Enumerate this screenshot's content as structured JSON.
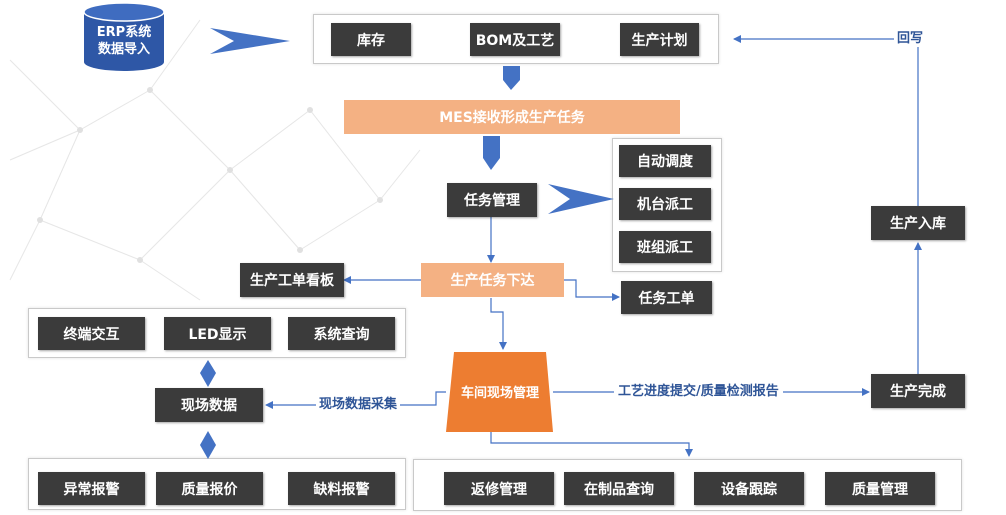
{
  "erp": {
    "line1": "ERP系统",
    "line2": "数据导入"
  },
  "top_row": {
    "inventory": "库存",
    "bom": "BOM及工艺",
    "plan": "生产计划"
  },
  "writeback": "回写",
  "mes": "MES接收形成生产任务",
  "task_mgmt": "任务管理",
  "dispatch": {
    "auto": "自动调度",
    "machine": "机台派工",
    "team": "班组派工"
  },
  "kanban": "生产工单看板",
  "task_release": "生产任务下达",
  "task_order": "任务工单",
  "warehouse_in": "生产入库",
  "terminal_row": {
    "terminal": "终端交互",
    "led": "LED显示",
    "query": "系统查询"
  },
  "field_data": "现场数据",
  "collect_label": "现场数据采集",
  "workshop": "车间现场管理",
  "progress_label": "工艺进度提交/质量检测报告",
  "prod_done": "生产完成",
  "alarm_row": {
    "exception": "异常报警",
    "quality_price": "质量报价",
    "shortage": "缺料报警"
  },
  "bottom_row": {
    "rework": "返修管理",
    "wip": "在制品查询",
    "equipment": "设备跟踪",
    "quality": "质量管理"
  },
  "colors": {
    "dark_box": "#3b3b3b",
    "peach": "#f4b183",
    "orange": "#ed7d31",
    "arrow": "#4472c4",
    "db": "#2e57a6",
    "label": "#2f5597"
  }
}
